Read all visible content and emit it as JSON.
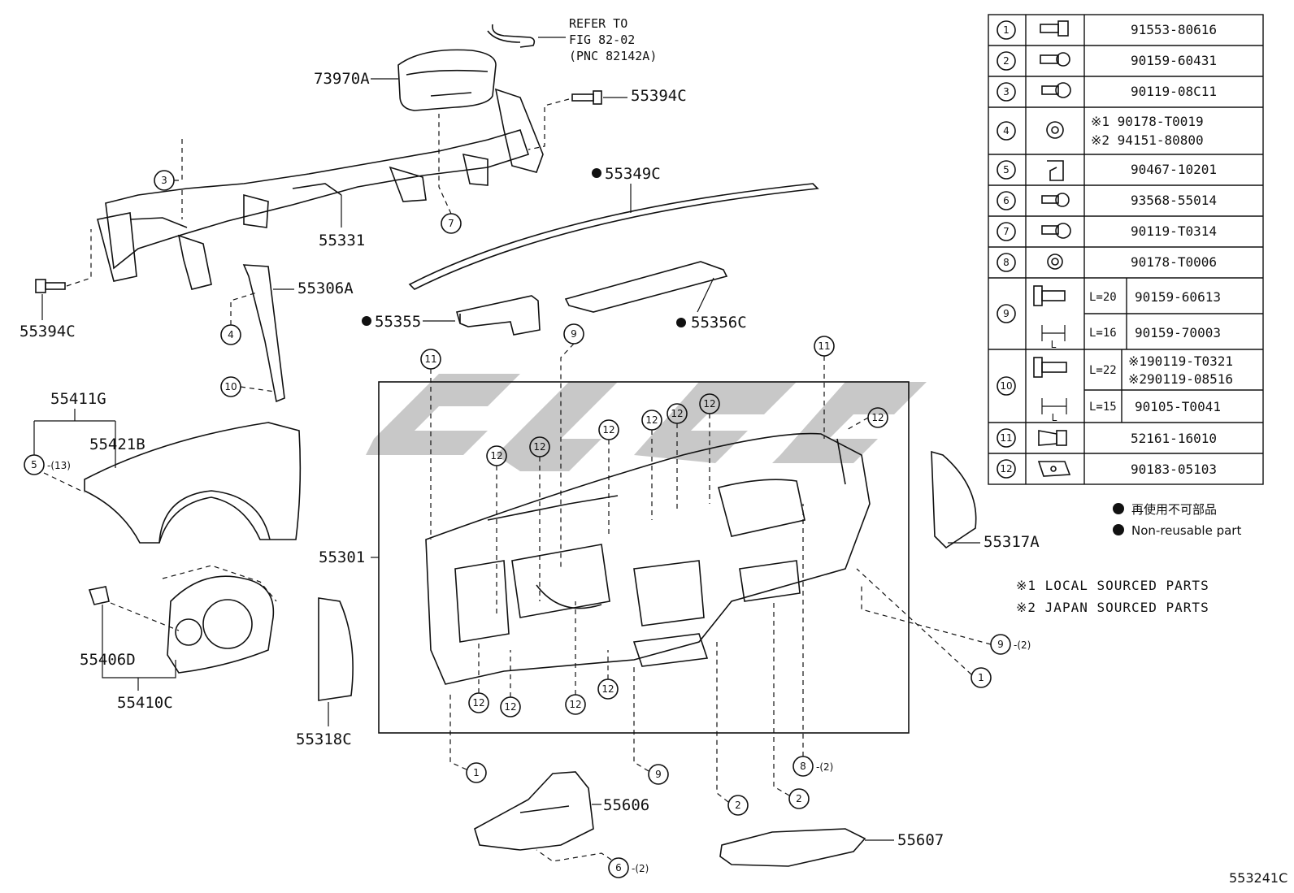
{
  "diagram": {
    "figure_id": "553241C",
    "refer_note": {
      "line1": "REFER TO",
      "line2": "FIG 82-02",
      "line3": "(PNC 82142A)"
    },
    "part_labels": {
      "p73970A": "73970A",
      "p55394C_top": "55394C",
      "p55349C": "55349C",
      "p55331": "55331",
      "p55394C_left": "55394C",
      "p55306A": "55306A",
      "p55355": "55355",
      "p55356C": "55356C",
      "p55411G": "55411G",
      "p55421B": "55421B",
      "p55301": "55301",
      "p55317A": "55317A",
      "p55406D": "55406D",
      "p55410C": "55410C",
      "p55318C": "55318C",
      "p55606": "55606",
      "p55607": "55607"
    },
    "callouts": {
      "c3": "3",
      "c7": "7",
      "c4": "4",
      "c10": "10",
      "c9_top": "9",
      "c5": "5",
      "c5_qty": "-(13)",
      "c11_left": "11",
      "c11_right": "11",
      "c12_a": "12",
      "c12_b": "12",
      "c12_c": "12",
      "c12_d": "12",
      "c12_e": "12",
      "c12_f": "12",
      "c12_g": "12",
      "c12_h": "12",
      "c12_i": "12",
      "c12_j": "12",
      "c12_k": "12",
      "c9_right": "9",
      "c9_right_qty": "-(2)",
      "c1_right": "1",
      "c1_bottom": "1",
      "c9_bottom": "9",
      "c2_a": "2",
      "c2_b": "2",
      "c8": "8",
      "c8_qty": "-(2)",
      "c6": "6",
      "c6_qty": "-(2)"
    }
  },
  "parts_table": {
    "rows": [
      {
        "no": "1",
        "part": "91553-80616"
      },
      {
        "no": "2",
        "part": "90159-60431"
      },
      {
        "no": "3",
        "part": "90119-08C11"
      },
      {
        "no": "4",
        "part_line1": "※1  90178-T0019",
        "part_line2": "※2  94151-80800"
      },
      {
        "no": "5",
        "part": "90467-10201"
      },
      {
        "no": "6",
        "part": "93568-55014"
      },
      {
        "no": "7",
        "part": "90119-T0314"
      },
      {
        "no": "8",
        "part": "90178-T0006"
      },
      {
        "no": "9",
        "sub": [
          {
            "len": "L=20",
            "part": "90159-60613"
          },
          {
            "len": "L=16",
            "part": "90159-70003"
          }
        ],
        "dim": "L"
      },
      {
        "no": "10",
        "sub": [
          {
            "len": "L=22",
            "part_line1": "※190119-T0321",
            "part_line2": "※290119-08516"
          },
          {
            "len": "L=15",
            "part": "90105-T0041"
          }
        ],
        "dim": "L"
      },
      {
        "no": "11",
        "part": "52161-16010"
      },
      {
        "no": "12",
        "part": "90183-05103"
      }
    ]
  },
  "legend": {
    "jp": "再使用不可部品",
    "en": "Non-reusable part"
  },
  "notes": {
    "n1": "※1  LOCAL  SOURCED  PARTS",
    "n2": "※2  JAPAN  SOURCED  PARTS"
  },
  "colors": {
    "ink": "#111111",
    "watermark": "#9a9a9a",
    "panel": "#d8d8d8"
  }
}
